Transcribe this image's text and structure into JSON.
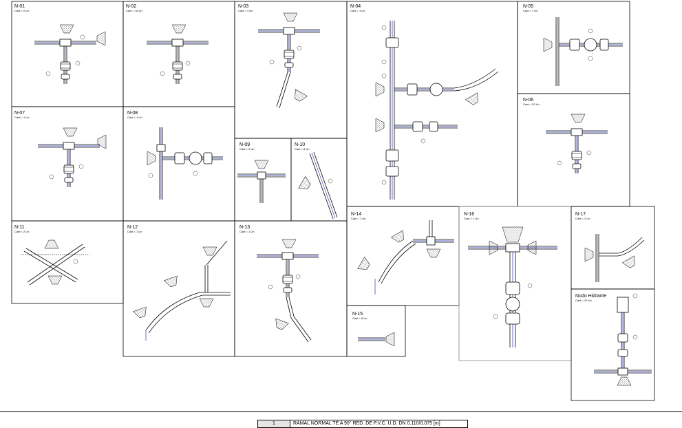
{
  "panels": [
    {
      "id": "N-01",
      "title": "N-01",
      "subtitle": "Cant = 2 Un"
    },
    {
      "id": "N-02",
      "title": "N-02",
      "subtitle": "Cant = 18 Un"
    },
    {
      "id": "N-03",
      "title": "N-03",
      "subtitle": "Cant = 3 Un"
    },
    {
      "id": "N-04",
      "title": "N-04",
      "subtitle": "Cant = 1 Un"
    },
    {
      "id": "N-05",
      "title": "N-05",
      "subtitle": "Cant = 1 Un"
    },
    {
      "id": "N-06",
      "title": "N-06",
      "subtitle": "Cant = 30 Un"
    },
    {
      "id": "N-07",
      "title": "N-07",
      "subtitle": "Cant = 1 Un"
    },
    {
      "id": "N-08",
      "title": "N-08",
      "subtitle": "Cant = 1 Un"
    },
    {
      "id": "N-09",
      "title": "N-09",
      "subtitle": "Cant = 2 Un"
    },
    {
      "id": "N-10",
      "title": "N-10",
      "subtitle": "Cant = 8 Un"
    },
    {
      "id": "N-11",
      "title": "N-11",
      "subtitle": "Cant = 2 Un"
    },
    {
      "id": "N-12",
      "title": "N-12",
      "subtitle": "Cant = 1 Un"
    },
    {
      "id": "N-13",
      "title": "N-13",
      "subtitle": "Cant = 1 Un"
    },
    {
      "id": "N-14",
      "title": "N-14",
      "subtitle": "Cant = 1 Un"
    },
    {
      "id": "N-15",
      "title": "N-15",
      "subtitle": "Cant = 8 Un"
    },
    {
      "id": "N-16",
      "title": "N-16",
      "subtitle": "Cant = 1 Un"
    },
    {
      "id": "N-17",
      "title": "N-17",
      "subtitle": "Cant = 2 Un"
    },
    {
      "id": "NH",
      "title": "Nudo Hidrante",
      "subtitle": "Cant = 20 Un"
    }
  ],
  "legend": {
    "number": "1",
    "text": "RAMAL NORMAL TE A 90° RED. DE P.V.C. U.D. DN 0.110/0.075 [m]"
  },
  "colors": {
    "line": "#000000",
    "pipe_accent": "#2233aa",
    "frame": "#000000"
  }
}
